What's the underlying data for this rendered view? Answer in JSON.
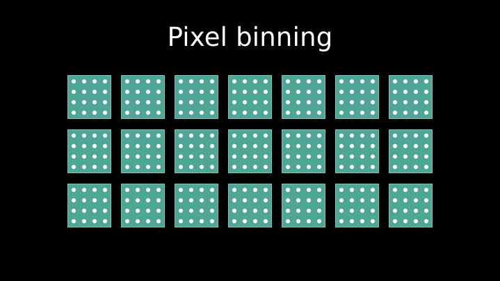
{
  "title": "Pixel binning",
  "colors": {
    "background": "#000000",
    "pixel_fill": "#4fa596",
    "pixel_border": "#7fc4b8",
    "dot": "#ffffff",
    "title_text": "#ffffff"
  },
  "grid": {
    "rows": 3,
    "columns": 7,
    "dots_per_pixel_row": 4,
    "dots_per_pixel_col": 4
  }
}
